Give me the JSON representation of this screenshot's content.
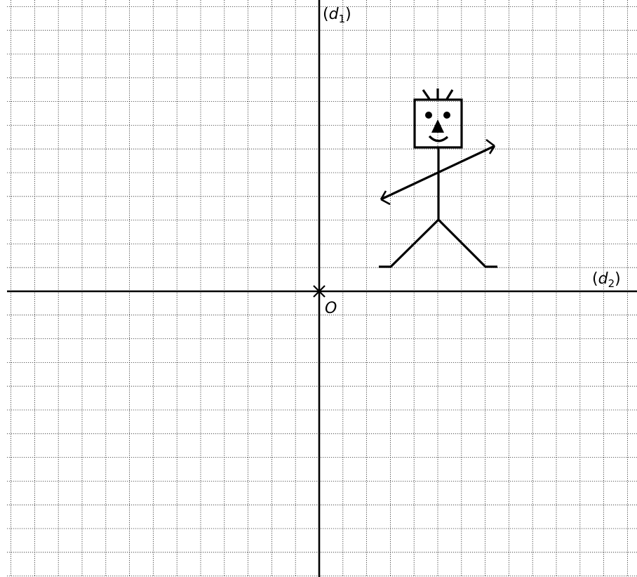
{
  "labels": {
    "d1": {
      "open": "(",
      "letter": "d",
      "subscript": "1",
      "close": ")"
    },
    "d2": {
      "open": "(",
      "letter": "d",
      "subscript": "2",
      "close": ")"
    },
    "origin": "O"
  },
  "grid": {
    "visible": true,
    "style": "dotted"
  },
  "colors": {
    "background": "#ffffff",
    "ink": "#000000"
  }
}
